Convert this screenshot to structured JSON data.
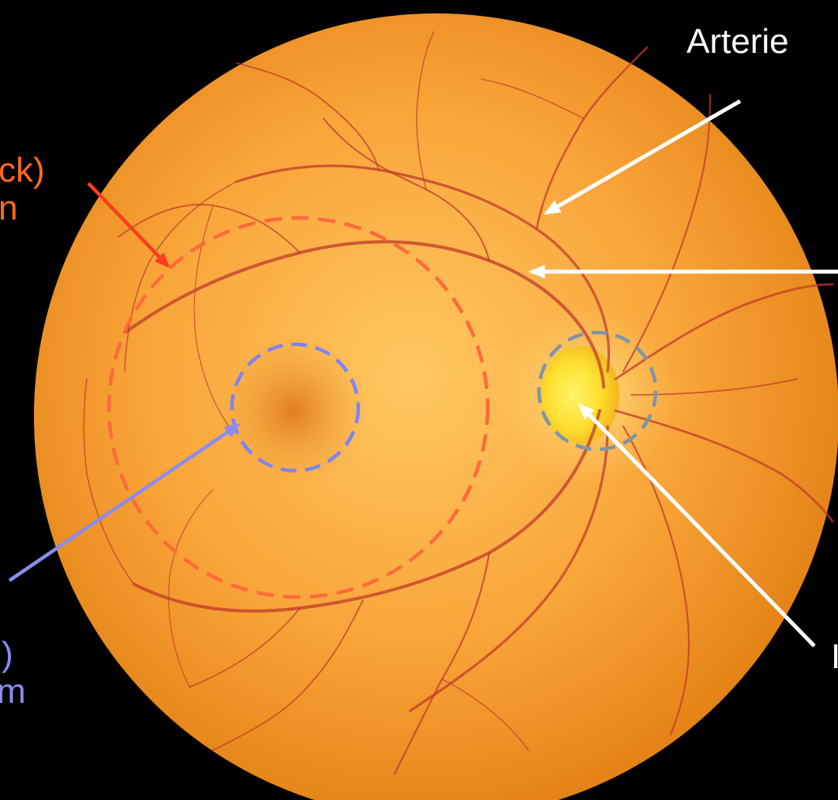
{
  "labels": {
    "arterie": "Arterie",
    "macula_line1": "ck)",
    "macula_line2": "n",
    "fovea_line1": ")",
    "fovea_line2": "m",
    "papille_fragment": "I"
  },
  "colors": {
    "background": "#000000",
    "fundus_light": "#ffc15a",
    "fundus_dark": "#e07d10",
    "macula_ring": "#ff6a3a",
    "fovea_ring": "#7f84f0",
    "disc_ring": "#7f95a6",
    "arrow_white": "#ffffff",
    "arrow_red": "#ff3b1f",
    "arrow_blue": "#8a8cf0",
    "text_white": "#ffffff",
    "text_orange": "#ff6a1a",
    "text_blue": "#8a8cf0"
  }
}
